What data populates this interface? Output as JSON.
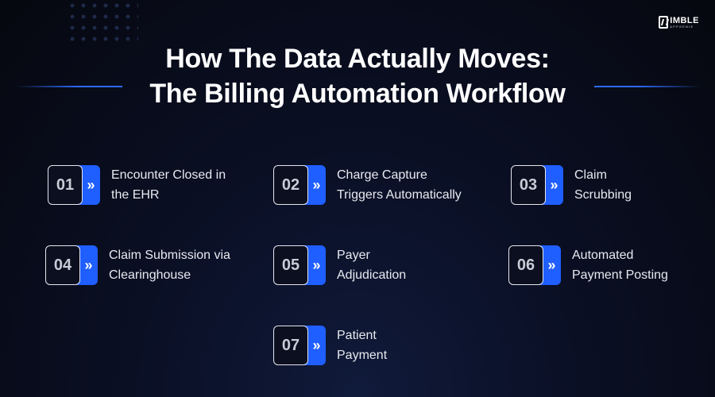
{
  "brand": {
    "name": "IMBLE",
    "sub": "APPGENIE"
  },
  "title": {
    "line1": "How The Data Actually Moves:",
    "line2": "The Billing Automation Workflow"
  },
  "arrow_glyph": "»",
  "accent_color": "#1f5eff",
  "steps": [
    {
      "num": "01",
      "line1": "Encounter Closed in",
      "line2": "the EHR"
    },
    {
      "num": "02",
      "line1": "Charge Capture",
      "line2": "Triggers Automatically"
    },
    {
      "num": "03",
      "line1": "Claim",
      "line2": "Scrubbing"
    },
    {
      "num": "04",
      "line1": "Claim Submission via",
      "line2": "Clearinghouse"
    },
    {
      "num": "05",
      "line1": "Payer",
      "line2": "Adjudication"
    },
    {
      "num": "06",
      "line1": "Automated",
      "line2": "Payment Posting"
    },
    {
      "num": "07",
      "line1": "Patient",
      "line2": "Payment"
    }
  ]
}
